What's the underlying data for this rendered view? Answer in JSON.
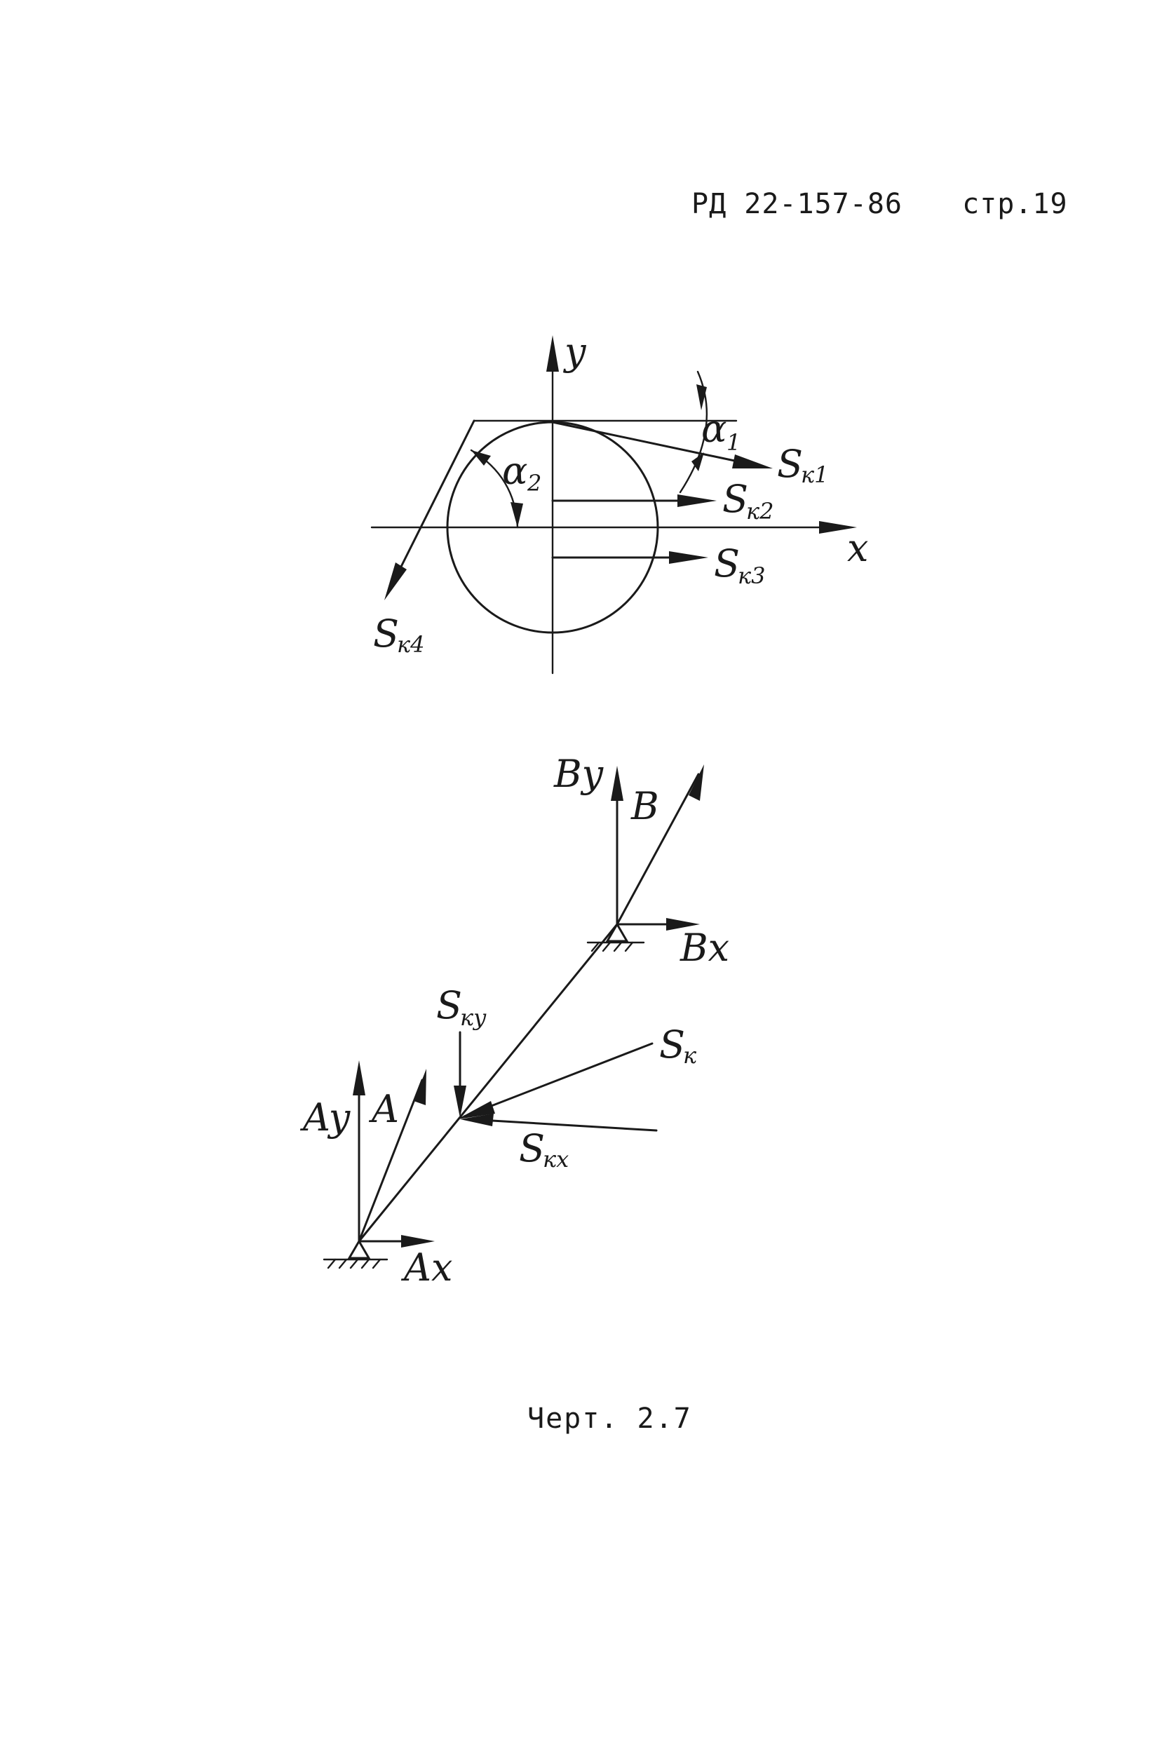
{
  "header": {
    "doc_code": "РД 22-157-86",
    "page_label": "стр.19"
  },
  "caption": "Черт. 2.7",
  "figure_top": {
    "axis_x": "x",
    "axis_y": "y",
    "angle_1": "α",
    "angle_1_sub": "1",
    "angle_2": "α",
    "angle_2_sub": "2",
    "force_1": "S",
    "force_1_sub": "к1",
    "force_2": "S",
    "force_2_sub": "к2",
    "force_3": "S",
    "force_3_sub": "к3",
    "force_4": "S",
    "force_4_sub": "к4"
  },
  "figure_bottom": {
    "B": "B",
    "By": "By",
    "Bx": "Bx",
    "A": "A",
    "Ay": "Ay",
    "Ax": "Ax",
    "Sk": "S",
    "Sk_sub": "к",
    "Sky": "S",
    "Sky_sub": "кy",
    "Skx": "S",
    "Skx_sub": "кx"
  },
  "colors": {
    "ink": "#1a1a1a",
    "paper": "#ffffff"
  }
}
